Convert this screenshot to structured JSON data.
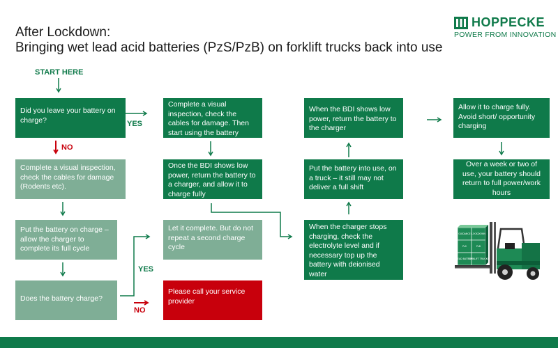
{
  "brand": {
    "name": "HOPPECKE",
    "tagline": "POWER FROM INNOVATION",
    "color": "#0f7a4a"
  },
  "title": {
    "line1": "After Lockdown:",
    "line2": "Bringing wet lead acid batteries (PzS/PzB) on forklift trucks back into use"
  },
  "labels": {
    "start": "START HERE",
    "yes1": "YES",
    "no1": "NO",
    "yes2": "YES",
    "no2": "NO"
  },
  "boxes": {
    "q1": "Did you leave your battery on charge?",
    "inspect1": "Complete a visual inspection, check the cables for damage (Rodents etc).",
    "charge": "Put the battery on charge – allow the charger to complete its full cycle",
    "q2": "Does the battery charge?",
    "inspect2": "Complete a visual inspection, check the cables for damage. Then start using the battery",
    "bdi1": "Once the BDI shows low power, return the battery to a charger, and allow it to charge fully",
    "complete": "Let it complete. But do not repeat a second charge cycle",
    "service": "Please call your service provider",
    "stops": "When the charger stops charging, check the electrolyte level and if necessary top up the battery with deionised water",
    "truck": "Put the battery into use, on a truck – it still may not deliver a full shift",
    "bdi2": "When the BDI shows low power, return the battery to the charger",
    "full": "Allow it to charge fully. Avoid short/ opportunity charging",
    "week": "Over a week or two of use, your battery should return to full power/work hours"
  },
  "illustration": {
    "battery_labels": [
      "GUIDANCE",
      "LOCKDOWN",
      "PzS",
      "PzB",
      "LEAD BATTERY",
      "FORKLIFT TRUCKS"
    ]
  }
}
